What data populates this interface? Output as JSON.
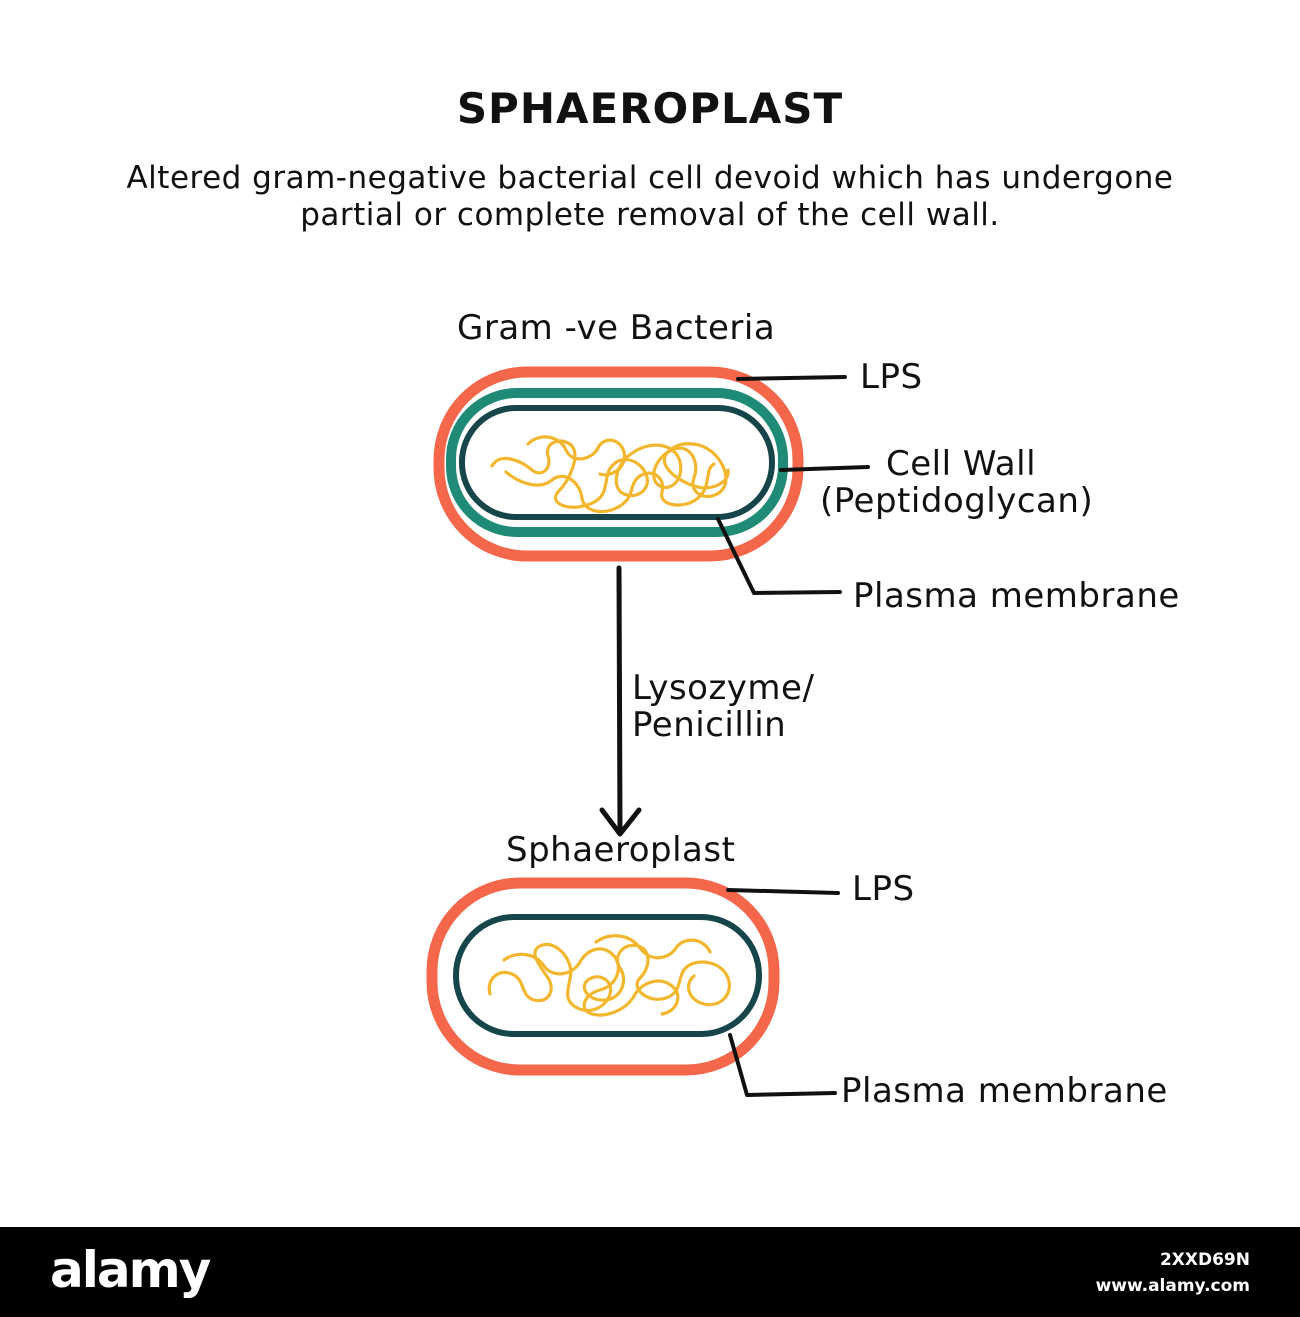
{
  "title": "SPHAEROPLAST",
  "subtitle": {
    "line1": "Altered gram-negative bacterial cell devoid which has undergone",
    "line2": "partial or complete removal of the cell wall."
  },
  "top_cell": {
    "heading": "Gram -ve Bacteria",
    "lps_label": "LPS",
    "cell_wall_label": "Cell Wall",
    "cell_wall_sublabel": "(Peptidoglycan)",
    "membrane_label": "Plasma membrane"
  },
  "arrow": {
    "label_line1": "Lysozyme/",
    "label_line2": "Penicillin"
  },
  "bottom_cell": {
    "heading": "Sphaeroplast",
    "lps_label": "LPS",
    "membrane_label": "Plasma membrane"
  },
  "footer": {
    "brand": "alamy",
    "image_id": "2XXD69N",
    "site": "www.alamy.com"
  },
  "colors": {
    "lps": "#f4674b",
    "cell_wall": "#1f8a76",
    "plasma_membrane": "#16454a",
    "dna": "#f2b72e",
    "leader_lines": "#111111"
  }
}
